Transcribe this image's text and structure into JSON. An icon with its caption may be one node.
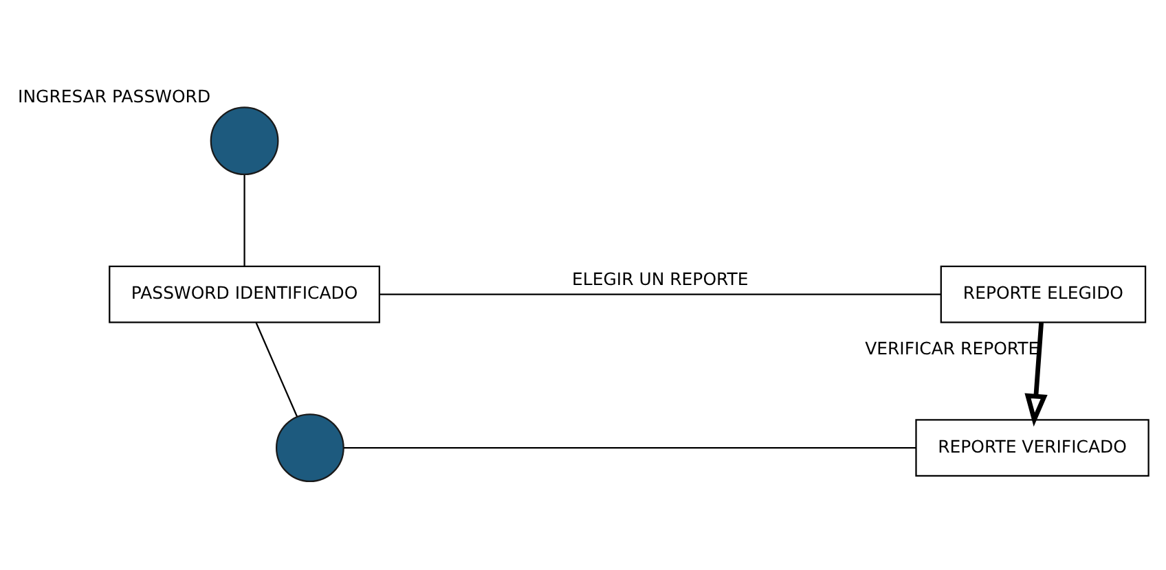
{
  "diagram": {
    "nodes": [
      {
        "text": [],
        "shape": "circle",
        "beside": [
          "INGRESAR PASSWORD"
        ]
      },
      {
        "text": [
          "PASSWORD IDENTIFICADO"
        ]
      },
      {
        "text": [
          "REPORTE ELEGIDO"
        ]
      },
      {
        "text": [],
        "shape": "circle"
      },
      {
        "text": [
          "REPORTE VERIFICADO"
        ]
      }
    ],
    "edges": [
      {
        "from": 0,
        "to": 1,
        "arrow": "none"
      },
      {
        "from": 1,
        "to": 2,
        "arrow": "none",
        "label": "ELEGIR UN REPORTE"
      },
      {
        "from": 2,
        "to": 4,
        "arrow": "to",
        "label": "VERIFICAR REPORTE",
        "style": "thick"
      },
      {
        "from": 1,
        "to": 3,
        "arrow": "none"
      },
      {
        "from": 3,
        "to": 4,
        "arrow": "none"
      }
    ]
  }
}
